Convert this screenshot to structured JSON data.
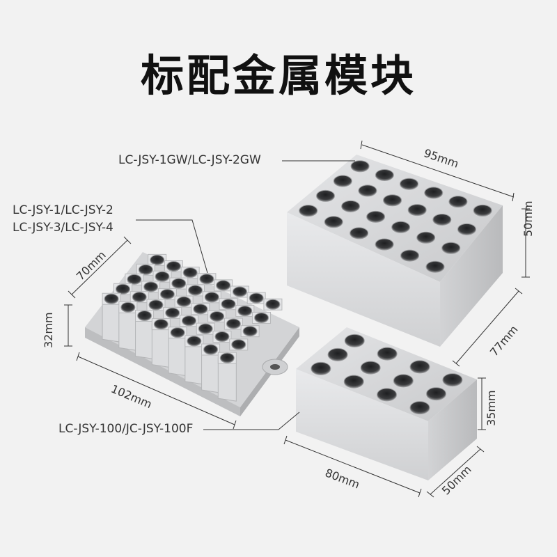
{
  "title": "标配金属模块",
  "labels": {
    "block_large": "LC-JSY-1GW/LC-JSY-2GW",
    "block_tube_1": "LC-JSY-1/LC-JSY-2",
    "block_tube_2": "LC-JSY-3/LC-JSY-4",
    "block_small": "LC-JSY-100/JC-JSY-100F"
  },
  "dimensions": {
    "large_width": "95mm",
    "large_height": "50mm",
    "large_depth": "77mm",
    "tube_depth": "70mm",
    "tube_height": "32mm",
    "tube_width": "102mm",
    "small_height": "35mm",
    "small_width": "80mm",
    "small_depth": "50mm"
  },
  "colors": {
    "background": "#f2f2f2",
    "metal_top": "#d9dadc",
    "metal_front": "#e6e7e9",
    "metal_side": "#c9cacc",
    "hole": "#3b3c3e"
  }
}
